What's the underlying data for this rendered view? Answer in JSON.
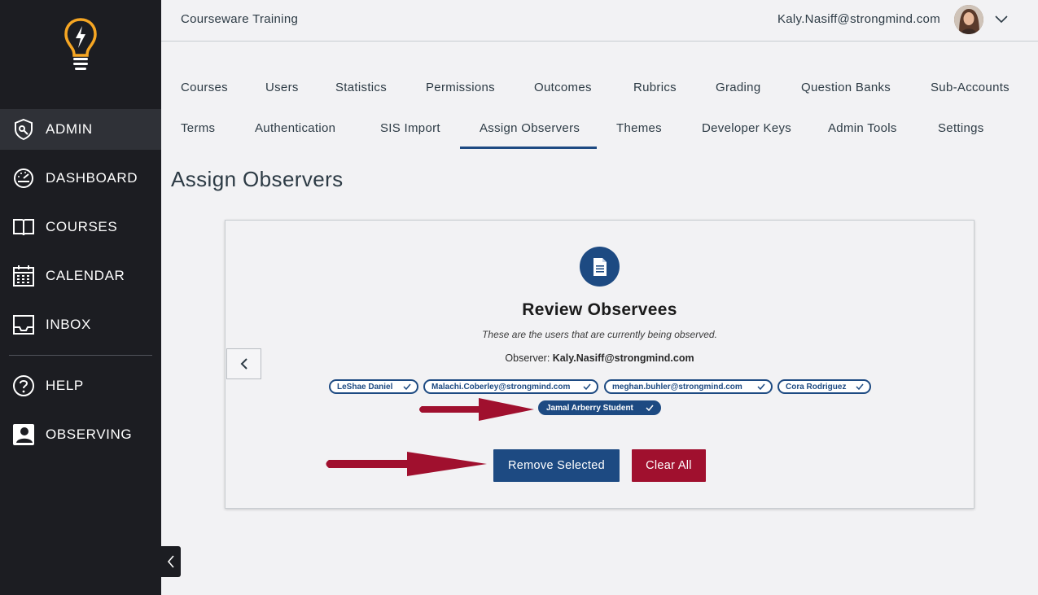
{
  "sidebar": {
    "items": [
      {
        "label": "ADMIN",
        "icon": "admin-shield-icon",
        "active": true
      },
      {
        "label": "DASHBOARD",
        "icon": "dashboard-gauge-icon"
      },
      {
        "label": "COURSES",
        "icon": "book-icon"
      },
      {
        "label": "CALENDAR",
        "icon": "calendar-icon"
      },
      {
        "label": "INBOX",
        "icon": "inbox-icon"
      },
      {
        "label": "HELP",
        "icon": "help-icon"
      },
      {
        "label": "OBSERVING",
        "icon": "observing-user-icon"
      }
    ]
  },
  "header": {
    "breadcrumb": "Courseware Training",
    "user_email": "Kaly.Nasiff@strongmind.com"
  },
  "tabs": {
    "row1": [
      "Courses",
      "Users",
      "Statistics",
      "Permissions",
      "Outcomes",
      "Rubrics",
      "Grading",
      "Question Banks",
      "Sub-Accounts"
    ],
    "row2": [
      "Terms",
      "Authentication",
      "SIS Import",
      "Assign Observers",
      "Themes",
      "Developer Keys",
      "Admin Tools",
      "Settings"
    ],
    "active": "Assign Observers"
  },
  "page": {
    "title": "Assign Observers"
  },
  "card": {
    "heading": "Review Observees",
    "subtitle": "These are the users that are currently being observed.",
    "observer_label": "Observer: ",
    "observer_value": "Kaly.Nasiff@strongmind.com",
    "observees": [
      {
        "name": "LeShae Daniel",
        "selected": false
      },
      {
        "name": "Malachi.Coberley@strongmind.com",
        "selected": false
      },
      {
        "name": "meghan.buhler@strongmind.com",
        "selected": false
      },
      {
        "name": "Cora Rodriguez",
        "selected": false
      },
      {
        "name": "Jamal Arberry Student",
        "selected": true
      }
    ],
    "remove_label": "Remove Selected",
    "clear_label": "Clear All"
  },
  "colors": {
    "sidebar_bg": "#1c1d22",
    "primary": "#1d4a82",
    "danger": "#a0102e",
    "annotation_arrow": "#a0102e"
  }
}
